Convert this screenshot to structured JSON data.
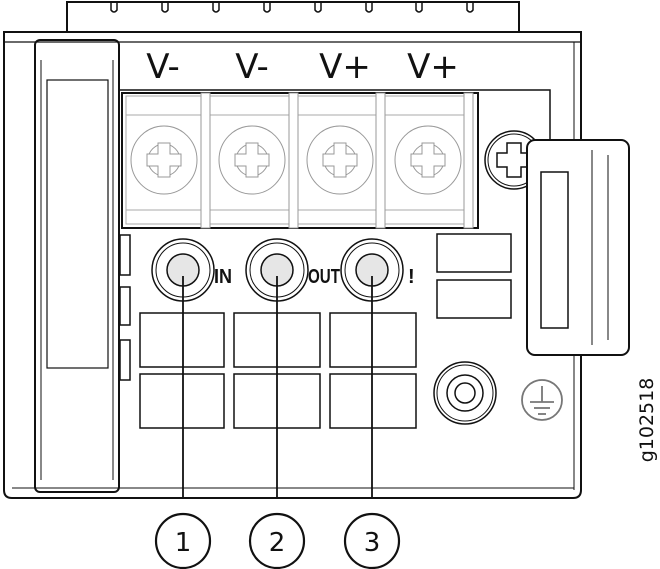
{
  "terminals": [
    {
      "label": "V-"
    },
    {
      "label": "V-"
    },
    {
      "label": "V+"
    },
    {
      "label": "V+"
    }
  ],
  "leds": [
    {
      "label": "IN",
      "callout": "1"
    },
    {
      "label": "OUT",
      "callout": "2"
    },
    {
      "label": "!",
      "callout": "3"
    }
  ],
  "ground_icon": "ground-symbol-icon",
  "figure_id": "g102518",
  "colors": {
    "line": "#111111",
    "led_fill": "#e6e6e6",
    "screw": "#999999"
  }
}
